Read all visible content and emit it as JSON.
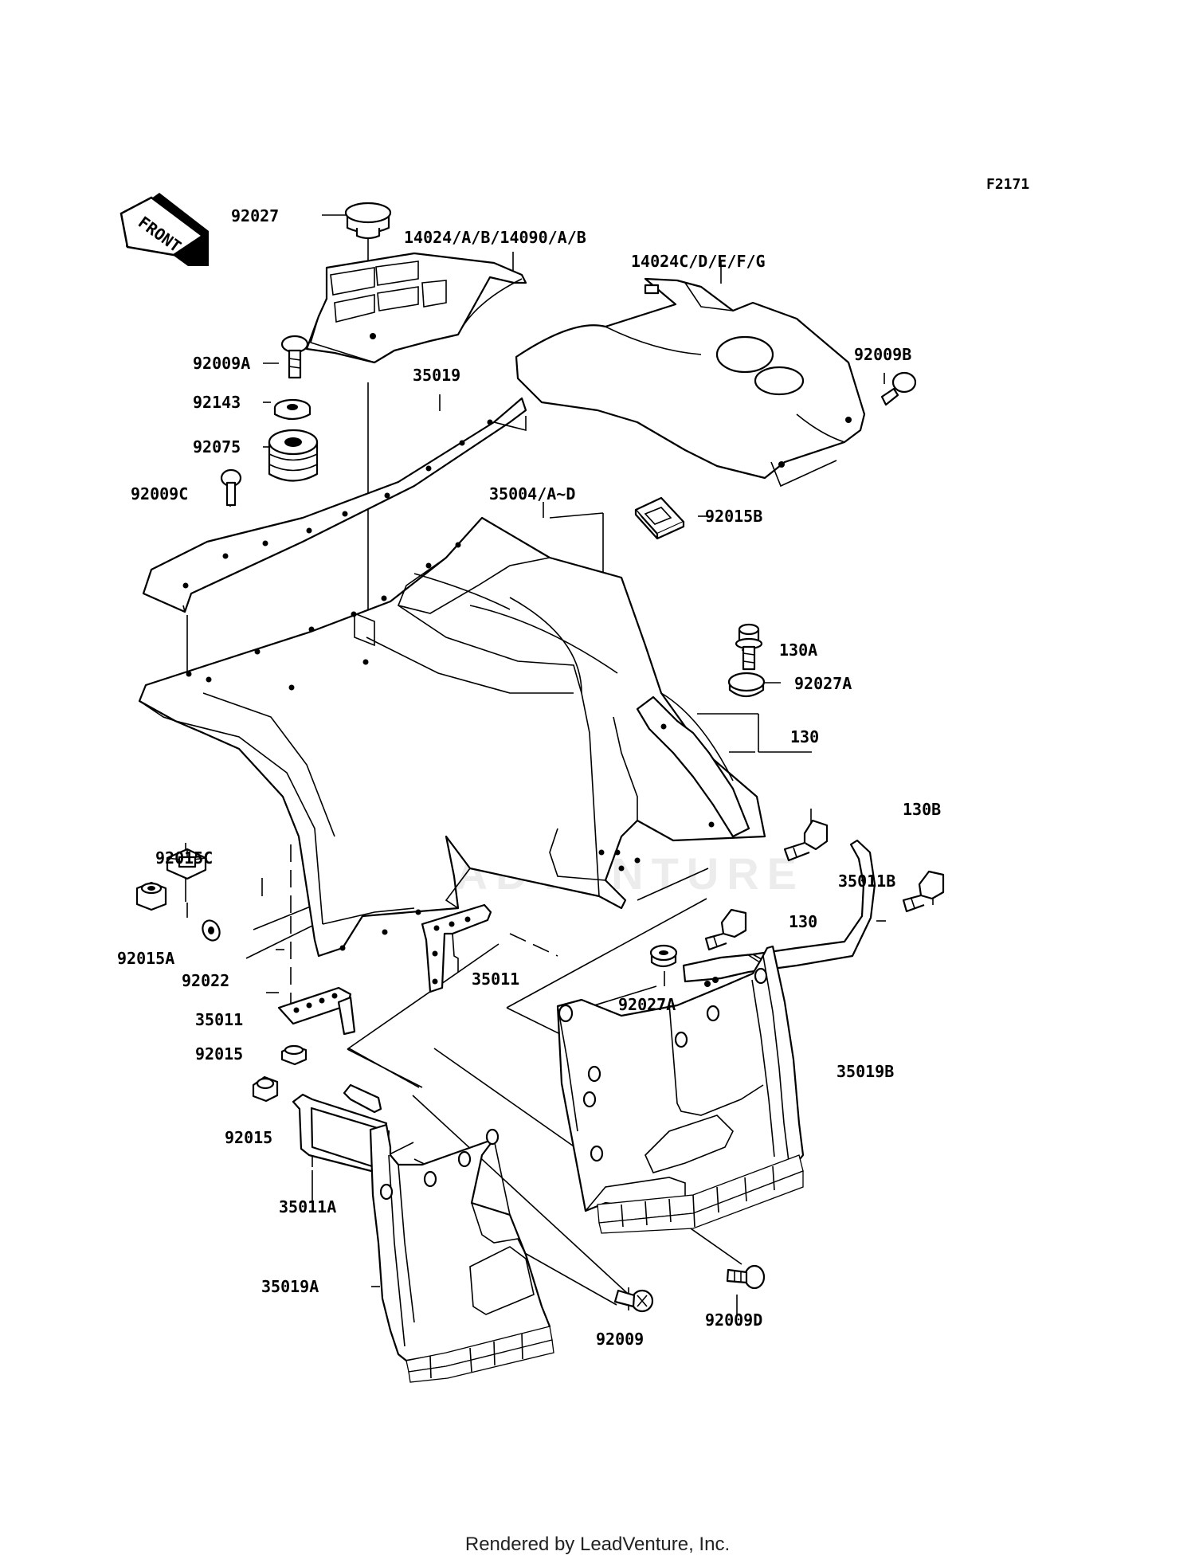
{
  "figure_code": "F2171",
  "front_arrow_label": "FRONT",
  "footer": "Rendered by LeadVenture, Inc.",
  "watermark": "LEADVENTURE",
  "labels": {
    "p92027": "92027",
    "p14024ab": "14024/A/B/14090/A/B",
    "p14024cg": "14024C/D/E/F/G",
    "p92009a": "92009A",
    "p92009b": "92009B",
    "p35019": "35019",
    "p92143": "92143",
    "p92075": "92075",
    "p92009c": "92009C",
    "p35004": "35004/A~D",
    "p92015b": "92015B",
    "p130a": "130A",
    "p92027a_1": "92027A",
    "p130_1": "130",
    "p130b": "130B",
    "p92015c": "92015C",
    "p35011b": "35011B",
    "p92015a": "92015A",
    "p92022": "92022",
    "p35011_1": "35011",
    "p130_2": "130",
    "p92027a_2": "92027A",
    "p35011_2": "35011",
    "p92015_1": "92015",
    "p35019b": "35019B",
    "p92015_2": "92015",
    "p35011a": "35011A",
    "p35019a": "35019A",
    "p92009": "92009",
    "p92009d": "92009D"
  }
}
